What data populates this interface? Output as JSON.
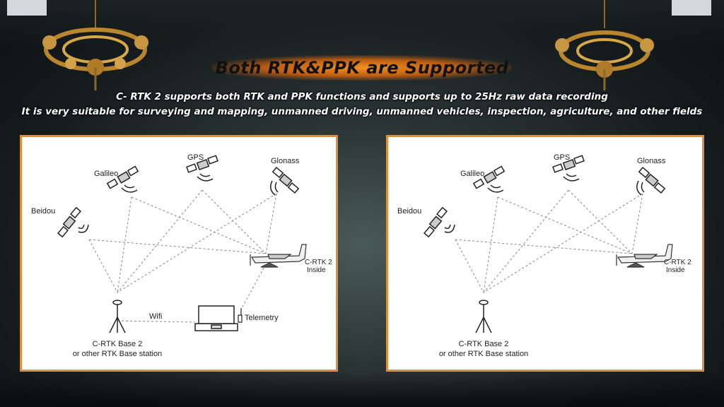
{
  "title": "Both RTK&PPK are Supported",
  "subtitle_line1": "C- RTK 2 supports both RTK and PPK functions and supports up to 25Hz raw data recording",
  "subtitle_line2": "It is very suitable for surveying and mapping, unmanned driving, unmanned vehicles, inspection, agriculture, and other fields",
  "colors": {
    "accent": "#f08c1e",
    "panel_border": "#d9913c",
    "line": "#888888"
  },
  "rtk_panel": {
    "galileo": "Galileo",
    "gps": "GPS",
    "glonass": "Glonass",
    "beidou": "Beidou",
    "drone_line1": "C-RTK 2",
    "drone_line2": "Inside",
    "base_line1": "C-RTK Base 2",
    "base_line2": "or other RTK Base station",
    "wifi": "Wifi",
    "telemetry": "Telemetry"
  },
  "ppk_panel": {
    "galileo": "Galileo",
    "gps": "GPS",
    "glonass": "Glonass",
    "beidou": "Beidou",
    "drone_line1": "C-RTK 2",
    "drone_line2": "Inside",
    "base_line1": "C-RTK Base 2",
    "base_line2": "or other RTK Base station"
  }
}
